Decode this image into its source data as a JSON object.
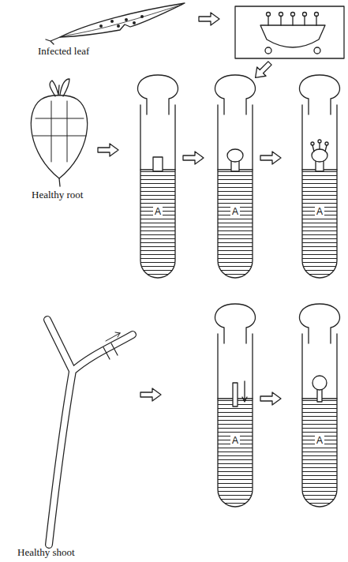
{
  "diagram": {
    "labels": [
      "Infected leaf",
      "Healthy root",
      "A",
      "A",
      "A",
      "Healthy shoot",
      "A",
      "A"
    ]
  }
}
